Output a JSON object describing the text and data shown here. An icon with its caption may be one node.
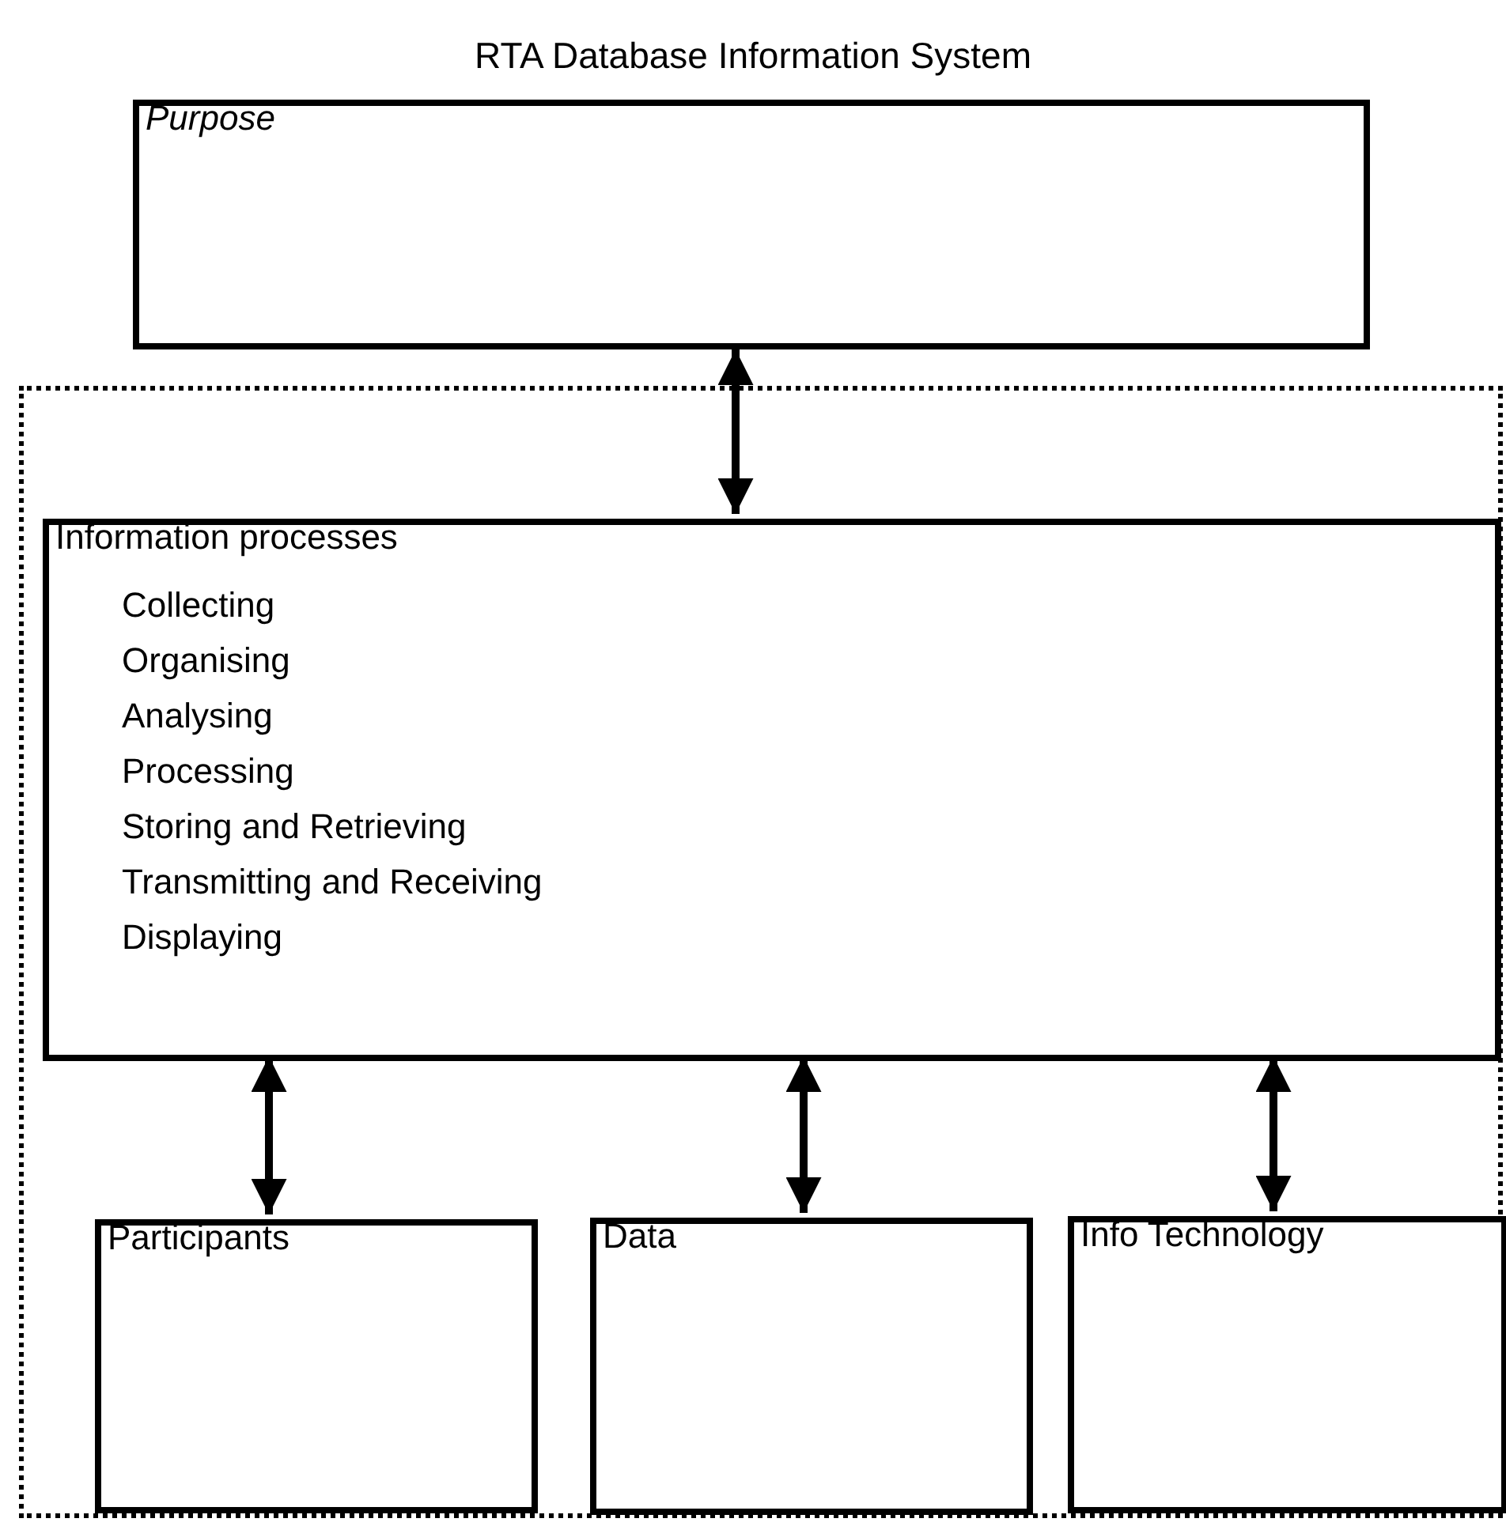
{
  "diagram": {
    "title": "RTA Database Information System",
    "nodes": [
      {
        "text": [
          "Purpose"
        ]
      },
      {
        "text": [],
        "shape": "box"
      },
      {
        "text": [
          "Information processes",
          "Collecting",
          "Organising",
          "Analysing",
          "Processing",
          "Storing and Retrieving",
          "Transmitting and Receiving",
          "Displaying"
        ],
        "in": 1
      },
      {
        "text": [
          "Participants"
        ],
        "in": 1
      },
      {
        "text": [
          "Data"
        ],
        "in": 1
      },
      {
        "text": [
          "Info Technology"
        ],
        "in": 1
      }
    ],
    "edges": [
      {
        "from": 0,
        "to": 2,
        "arrow": "both"
      },
      {
        "from": 2,
        "to": 3,
        "arrow": "both"
      },
      {
        "from": 2,
        "to": 4,
        "arrow": "both"
      },
      {
        "from": 2,
        "to": 5,
        "arrow": "both"
      }
    ]
  }
}
